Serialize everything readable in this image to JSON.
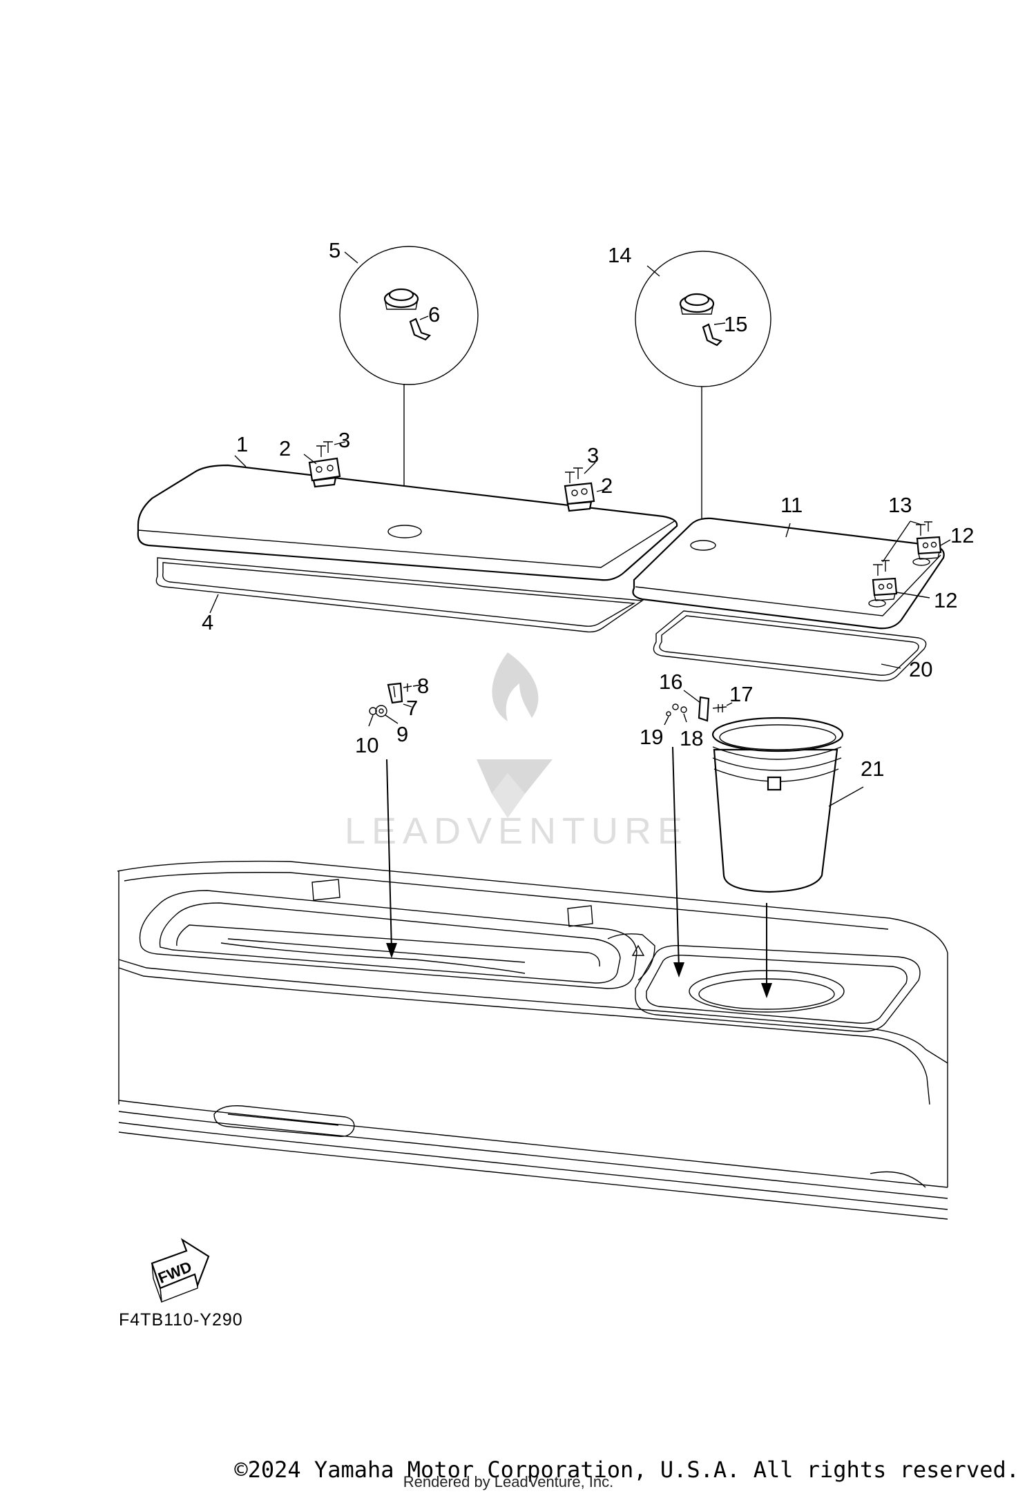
{
  "diagram": {
    "callouts": {
      "c1": "1",
      "c2a": "2",
      "c2b": "2",
      "c3a": "3",
      "c3b": "3",
      "c4": "4",
      "c5": "5",
      "c6": "6",
      "c7": "7",
      "c8": "8",
      "c9": "9",
      "c10": "10",
      "c11": "11",
      "c12a": "12",
      "c12b": "12",
      "c13": "13",
      "c14": "14",
      "c15": "15",
      "c16": "16",
      "c17": "17",
      "c18": "18",
      "c19": "19",
      "c20": "20",
      "c21": "21"
    },
    "fwd_label": "FWD",
    "diagram_code": "F4TB110-Y290"
  },
  "watermark": {
    "text": "LEADVENTURE"
  },
  "footer": {
    "copyright": "©2024 Yamaha Motor Corporation, U.S.A. All rights reserved.",
    "rendered_by": "Rendered by LeadVenture, Inc."
  }
}
